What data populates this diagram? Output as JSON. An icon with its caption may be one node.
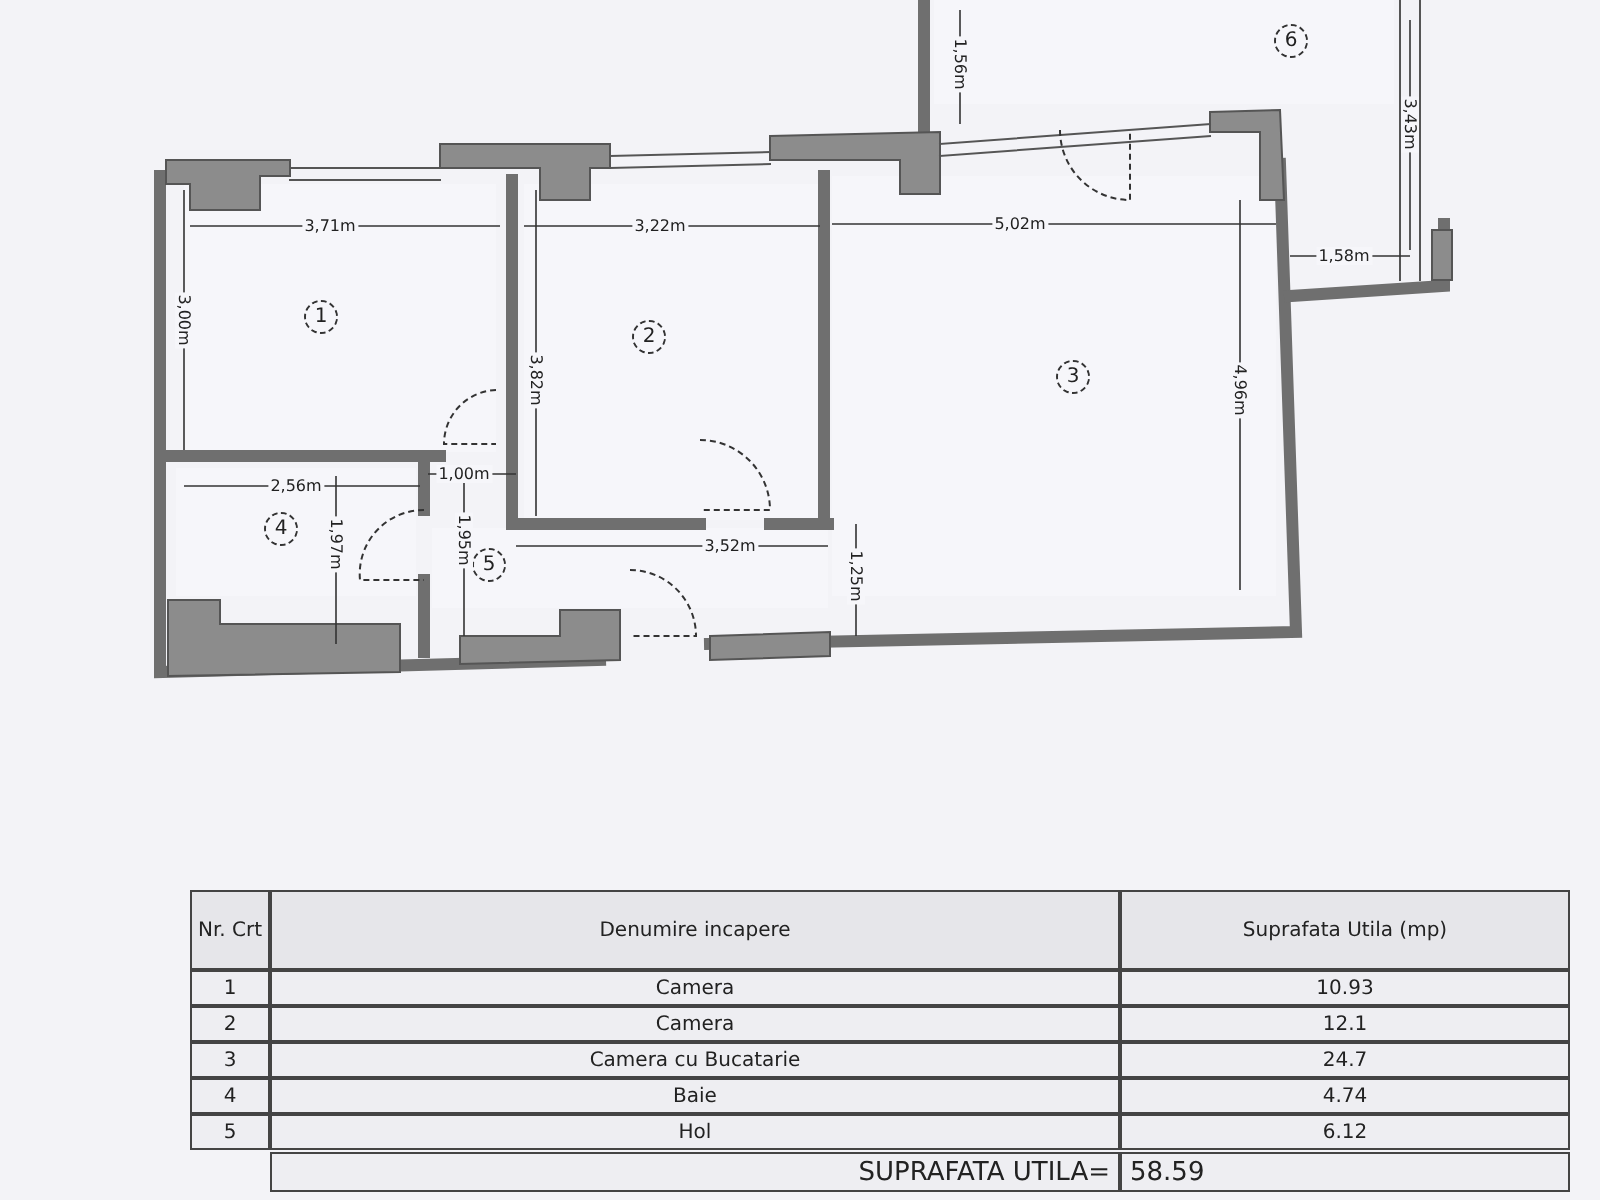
{
  "diagram": {
    "nodes": [
      {
        "text": [
          "1"
        ]
      },
      {
        "text": [
          "2"
        ]
      },
      {
        "text": [
          "3"
        ]
      },
      {
        "text": [
          "4"
        ]
      },
      {
        "text": [
          "5"
        ]
      },
      {
        "text": [
          "6"
        ]
      }
    ],
    "labels": [
      "1,56m",
      "3,43m",
      "3,71m",
      "3,22m",
      "5,02m",
      "1,58m",
      "3,00m",
      "3,82m",
      "4,96m",
      "1,00m",
      "2,56m",
      "1,97m",
      "1,95m",
      "3,52m",
      "1,25m",
      "Nr. Crt",
      "Denumire incapere",
      "Suprafata Utila (mp)",
      "1",
      "Camera",
      "10.93",
      "2",
      "Camera",
      "12.1",
      "3",
      "Camera cu Bucatarie",
      "24.7",
      "4",
      "Baie",
      "4.74",
      "5",
      "Hol",
      "6.12",
      "SUPRAFATA UTILA=",
      "58.59"
    ]
  }
}
